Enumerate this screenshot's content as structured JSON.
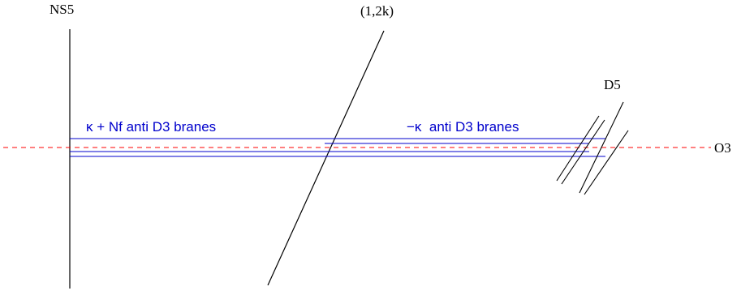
{
  "labels": {
    "ns5": "NS5",
    "one_two_k": "(1,2k)",
    "d5": "D5",
    "o3": "O3",
    "left_branes": "κ + Nf anti D3 branes",
    "right_branes": "−κ  anti D3 branes"
  },
  "colors": {
    "brane_blue": "#0000cc",
    "o3_red": "#ff0000",
    "line_black": "#000000"
  }
}
